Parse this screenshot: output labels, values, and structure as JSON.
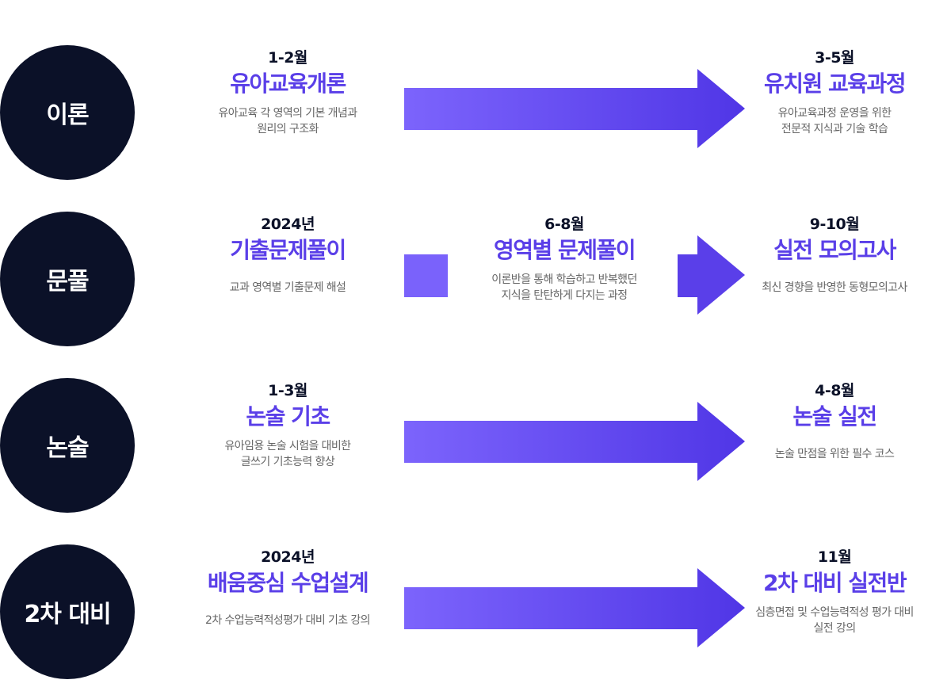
{
  "colors": {
    "accent": "#5a3fe8",
    "circle": "#0b1128",
    "gradient_start": "#7c64fc",
    "gradient_end": "#5036e6"
  },
  "rows": [
    {
      "category": "이론",
      "left": {
        "date": "1-2월",
        "title": "유아교육개론",
        "desc": "유아교육 각 영역의 기본 개념과\n원리의 구조화"
      },
      "right": {
        "date": "3-5월",
        "title": "유치원 교육과정",
        "desc": "유아교육과정 운영을 위한\n전문적 지식과 기술 학습"
      }
    },
    {
      "category": "문풀",
      "left": {
        "date": "2024년",
        "title": "기출문제풀이",
        "desc": "교과 영역별 기출문제 해설"
      },
      "middle": {
        "date": "6-8월",
        "title": "영역별 문제풀이",
        "desc": "이론반을 통해 학습하고 반복했던\n지식을 탄탄하게 다지는 과정"
      },
      "right": {
        "date": "9-10월",
        "title": "실전 모의고사",
        "desc": "최신 경향을 반영한 동형모의고사"
      }
    },
    {
      "category": "논술",
      "left": {
        "date": "1-3월",
        "title": "논술 기초",
        "desc": "유아임용 논술 시험을 대비한\n글쓰기 기초능력 향상"
      },
      "right": {
        "date": "4-8월",
        "title": "논술 실전",
        "desc": "논술 만점을 위한 필수 코스"
      }
    },
    {
      "category": "2차 대비",
      "left": {
        "date": "2024년",
        "title": "배움중심 수업설계",
        "desc": "2차 수업능력적성평가 대비 기초 강의"
      },
      "right": {
        "date": "11월",
        "title": "2차 대비 실전반",
        "desc": "심층면접 및 수업능력적성 평가 대비\n실전 강의"
      }
    }
  ]
}
